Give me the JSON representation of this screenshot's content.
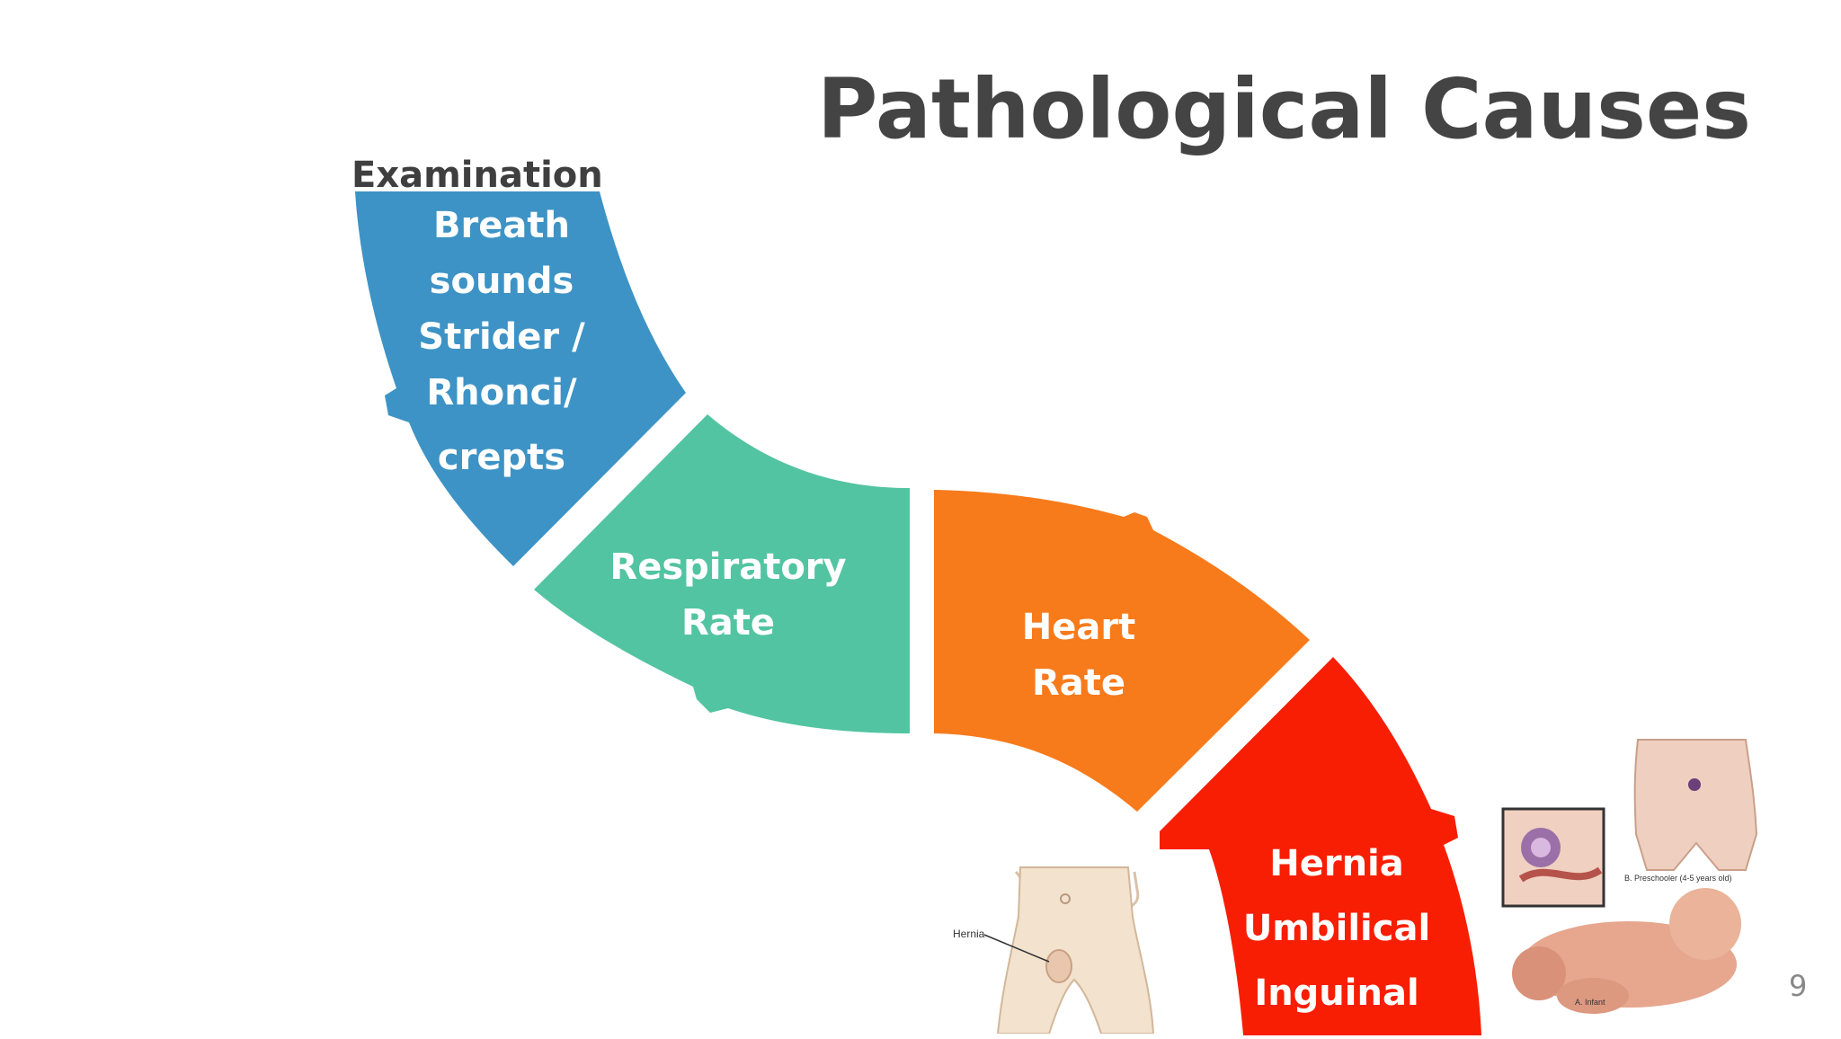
{
  "slide": {
    "title": "Pathological Causes",
    "section_label": "Examination",
    "page_number": "9"
  },
  "segments": [
    {
      "id": "breath",
      "lines": [
        "Breath",
        "sounds",
        "Strider /",
        "Rhonci/",
        "crepts"
      ],
      "color": "#3d93c5"
    },
    {
      "id": "respiratory",
      "lines": [
        "Respiratory",
        "Rate"
      ],
      "color": "#52c4a1"
    },
    {
      "id": "heart",
      "lines": [
        "Heart",
        "Rate"
      ],
      "color": "#f77a1b"
    },
    {
      "id": "hernia",
      "lines": [
        "Hernia",
        "Umbilical",
        "Inguinal"
      ],
      "color": "#f81e03"
    }
  ],
  "illustrations": {
    "left": {
      "label": "Hernia"
    },
    "right": {
      "caption_a": "A. Infant",
      "caption_b": "B. Preschooler (4-5 years old)"
    }
  }
}
